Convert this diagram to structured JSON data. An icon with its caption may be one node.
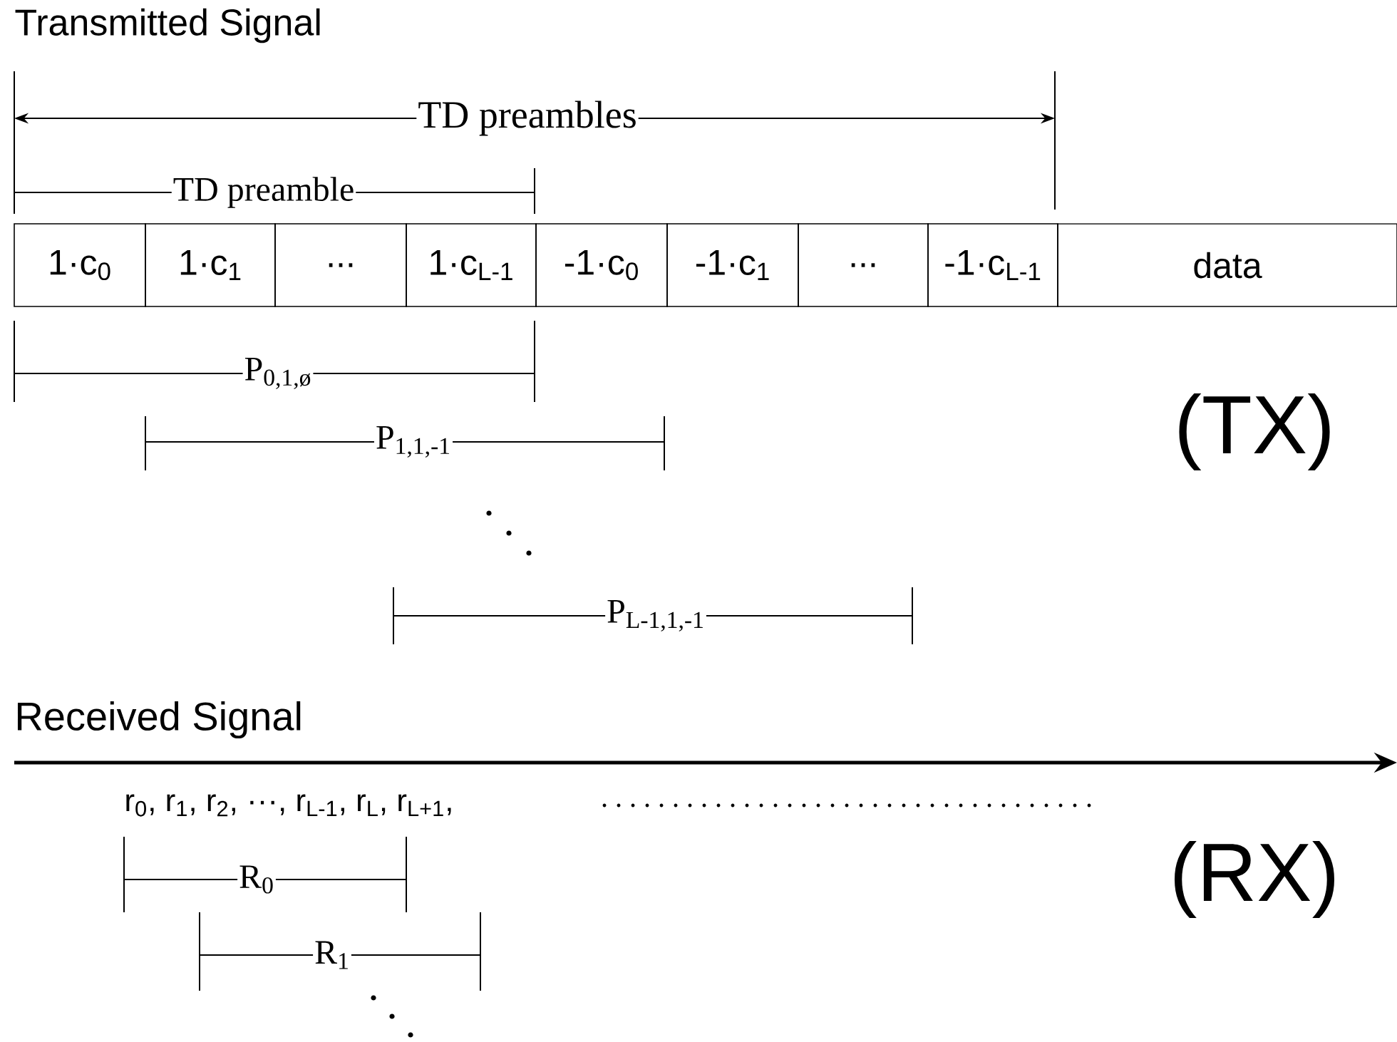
{
  "diagram": {
    "nodes": [
      {
        "text": [
          "1·c$_{0}$"
        ]
      },
      {
        "text": [
          "1·c$_{1}$"
        ]
      },
      {
        "text": [
          "..."
        ]
      },
      {
        "text": [
          "1·c$_{L-1}$"
        ]
      },
      {
        "text": [
          "-1·c$_{0}$"
        ]
      },
      {
        "text": [
          "-1·c$_{1}$"
        ]
      },
      {
        "text": [
          "..."
        ]
      },
      {
        "text": [
          "-1·c$_{L-1}$"
        ]
      },
      {
        "text": [
          "data"
        ]
      }
    ],
    "labels": [
      "Transmitted Signal",
      "TD preambles",
      "TD preamble",
      "P$_{0,1,ø}$",
      "P$_{1,1,-1}$",
      "P$_{L-1,1,-1}$",
      "(TX)",
      "Received Signal",
      "r$_{0}$, r$_{1}$, r$_{2}$, ···, r$_{L-1}$, r$_{L}$, r$_{L+1}$,",
      "R$_{0}$",
      "R$_{1}$",
      "(RX)"
    ]
  }
}
